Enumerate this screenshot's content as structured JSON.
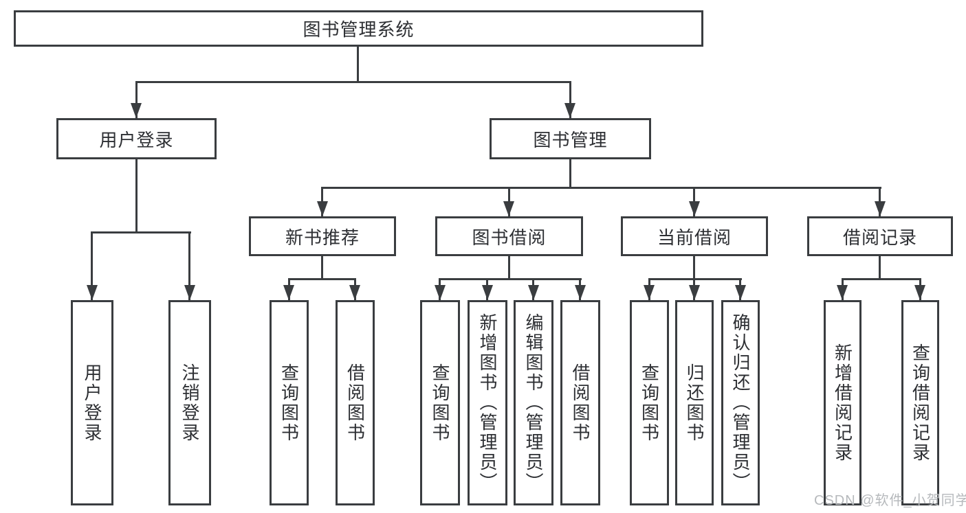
{
  "diagram": {
    "root": {
      "label": "图书管理系统"
    },
    "branches": [
      {
        "label": "用户登录",
        "children": [
          {
            "label": "用户登录"
          },
          {
            "label": "注销登录"
          }
        ]
      },
      {
        "label": "图书管理",
        "children": [
          {
            "label": "新书推荐",
            "children": [
              {
                "label": "查询图书"
              },
              {
                "label": "借阅图书"
              }
            ]
          },
          {
            "label": "图书借阅",
            "children": [
              {
                "label": "查询图书"
              },
              {
                "label": "新增图书（管理员）"
              },
              {
                "label": "编辑图书（管理员）"
              },
              {
                "label": "借阅图书"
              }
            ]
          },
          {
            "label": "当前借阅",
            "children": [
              {
                "label": "查询图书"
              },
              {
                "label": "归还图书"
              },
              {
                "label": "确认归还（管理员）"
              }
            ]
          },
          {
            "label": "借阅记录",
            "children": [
              {
                "label": "新增借阅记录"
              },
              {
                "label": "查询借阅记录"
              }
            ]
          }
        ]
      }
    ]
  },
  "watermark": {
    "text": "CSDN @软件_小贺同学"
  },
  "colors": {
    "line": "#3a3d40",
    "box_border": "#3a3d40",
    "text": "#2d2f33",
    "background": "#ffffff",
    "watermark": "#b6b9bc"
  }
}
